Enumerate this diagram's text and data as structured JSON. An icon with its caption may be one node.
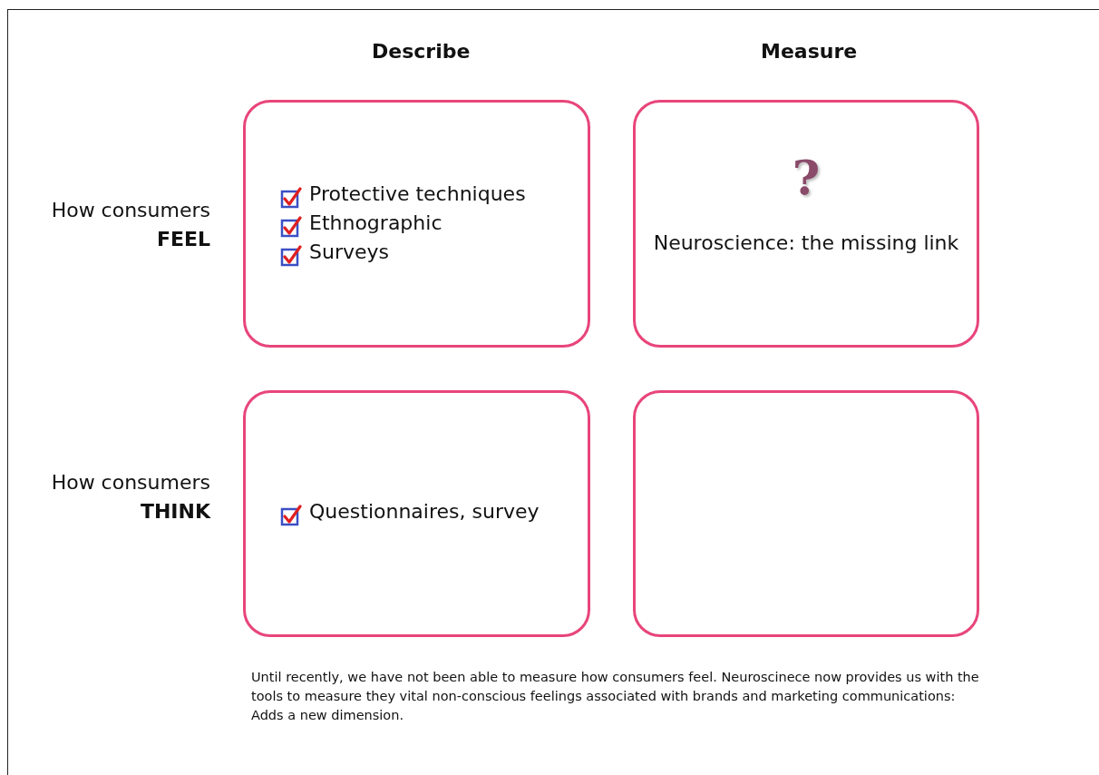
{
  "diagram": {
    "caption": "Until recently, we have not been able to measure how consumers feel.  Neuroscinece now provides us with the tools to measure they vital non-conscious feelings associated with brands and marketing communications: Adds a new dimension.",
    "nodes": [
      {
        "text": [
          "Protective techniques",
          "Ethnographic",
          "Surveys"
        ]
      },
      {
        "text": [
          "?",
          "Neuroscience: the missing link"
        ]
      },
      {
        "text": [
          "Questionnaires, survey"
        ]
      },
      {
        "text": [],
        "shape": "box"
      }
    ],
    "labels": [
      "Describe",
      "Measure",
      "How consumers",
      "FEEL",
      "How consumers",
      "THINK"
    ]
  }
}
